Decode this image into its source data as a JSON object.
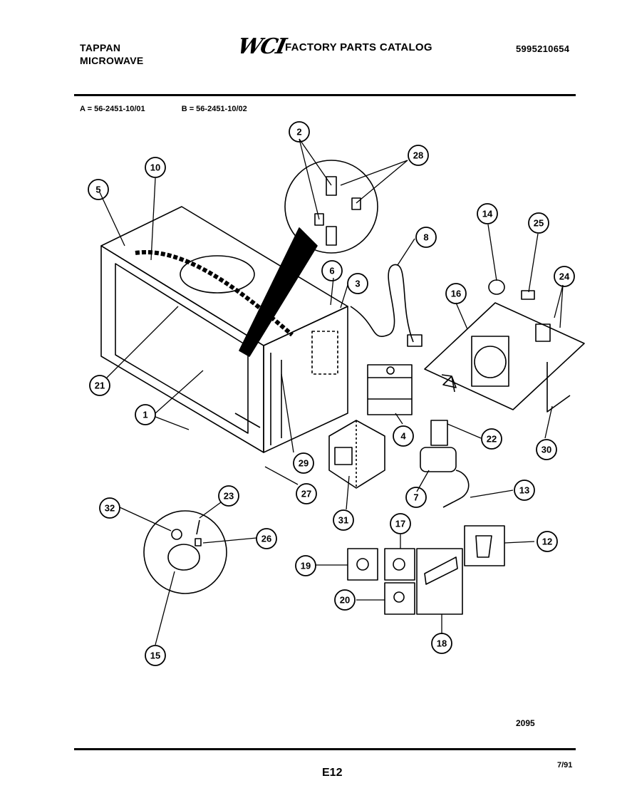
{
  "header": {
    "brand": "TAPPAN",
    "product": "MICROWAVE",
    "logo": "WCI",
    "catalog_title": "FACTORY PARTS CATALOG",
    "part_number": "5995210654"
  },
  "variants": {
    "a": "A = 56-2451-10/01",
    "b": "B = 56-2451-10/02"
  },
  "callouts": [
    "1",
    "2",
    "3",
    "4",
    "5",
    "6",
    "7",
    "8",
    "10",
    "12",
    "13",
    "14",
    "15",
    "16",
    "17",
    "18",
    "19",
    "20",
    "21",
    "22",
    "23",
    "24",
    "25",
    "26",
    "27",
    "28",
    "29",
    "30",
    "31",
    "32"
  ],
  "footer": {
    "drawing_number": "2095",
    "page_code": "E12",
    "date": "7/91"
  }
}
